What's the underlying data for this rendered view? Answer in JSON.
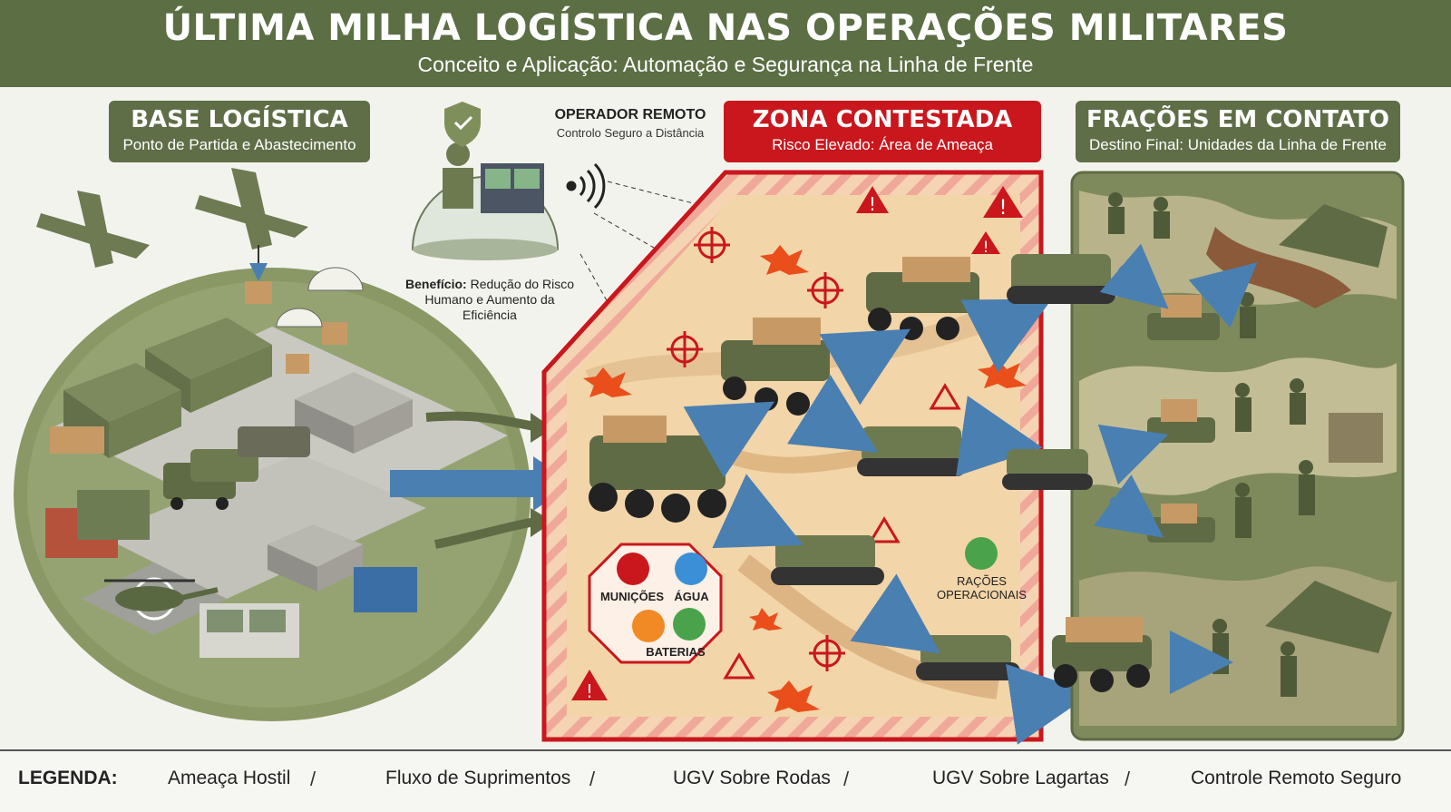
{
  "header": {
    "title": "ÚLTIMA MILHA LOGÍSTICA NAS OPERAÇÕES MILITARES",
    "subtitle": "Conceito e Aplicação: Automação e Segurança na Linha de Frente"
  },
  "panels": {
    "base": {
      "title": "BASE LOGÍSTICA",
      "subtitle": "Ponto de Partida e Abastecimento"
    },
    "operator": {
      "title": "OPERADOR REMOTO",
      "subtitle": "Controlo Seguro a Distância"
    },
    "zone": {
      "title": "ZONA CONTESTADA",
      "subtitle": "Risco Elevado: Área de Ameaça"
    },
    "fractions": {
      "title": "FRAÇÕES EM CONTATO",
      "subtitle": "Destino Final: Unidades da Linha de Frente"
    }
  },
  "benefit": {
    "label": "Benefício:",
    "text": "Redução do Risco Humano e Aumento da Eficiência"
  },
  "supplies": {
    "ammo": "MUNIÇÕES",
    "water": "ÁGUA",
    "batteries": "BATERIAS",
    "rations": "RAÇÕES OPERACIONAIS"
  },
  "legend": {
    "title": "LEGENDA:",
    "items": [
      "Ameaça Hostil",
      "Fluxo de Suprimentos",
      "UGV Sobre Rodas",
      "UGV Sobre Lagartas",
      "Controle Remoto Seguro"
    ],
    "separator": "/"
  },
  "colors": {
    "header_bg": "#5c6e44",
    "zone_red": "#c9171d",
    "zone_fill": "#f1d4a8",
    "camo_a": "#b8b38a",
    "camo_b": "#7f8a5c",
    "flow_blue": "#4a7fb2",
    "vehicle": "#5f6b45"
  },
  "icons": [
    "crosshair-icon",
    "arrow-icon",
    "wheeled-ugv-icon",
    "tracked-ugv-icon",
    "operator-headset-icon",
    "shield-check-icon",
    "signal-icon",
    "warning-icon",
    "explosion-icon"
  ]
}
